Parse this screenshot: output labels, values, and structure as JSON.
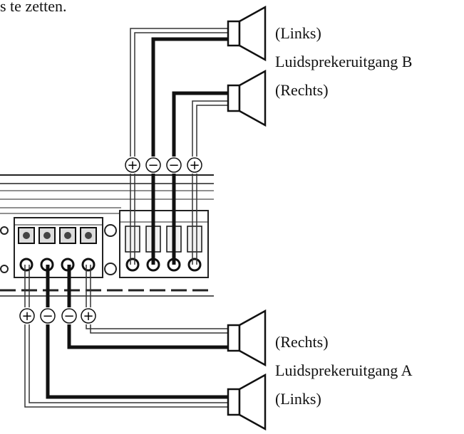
{
  "caption": "s te zetten.",
  "speaker_b": {
    "left_label": "(Links)",
    "group_label": "Luidsprekeruitgang B",
    "right_label": "(Rechts)"
  },
  "speaker_a": {
    "right_label": "(Rechts)",
    "group_label": "Luidsprekeruitgang A",
    "left_label": "(Links)"
  },
  "terminals": {
    "plus_symbol": "+",
    "minus_symbol": "−"
  }
}
